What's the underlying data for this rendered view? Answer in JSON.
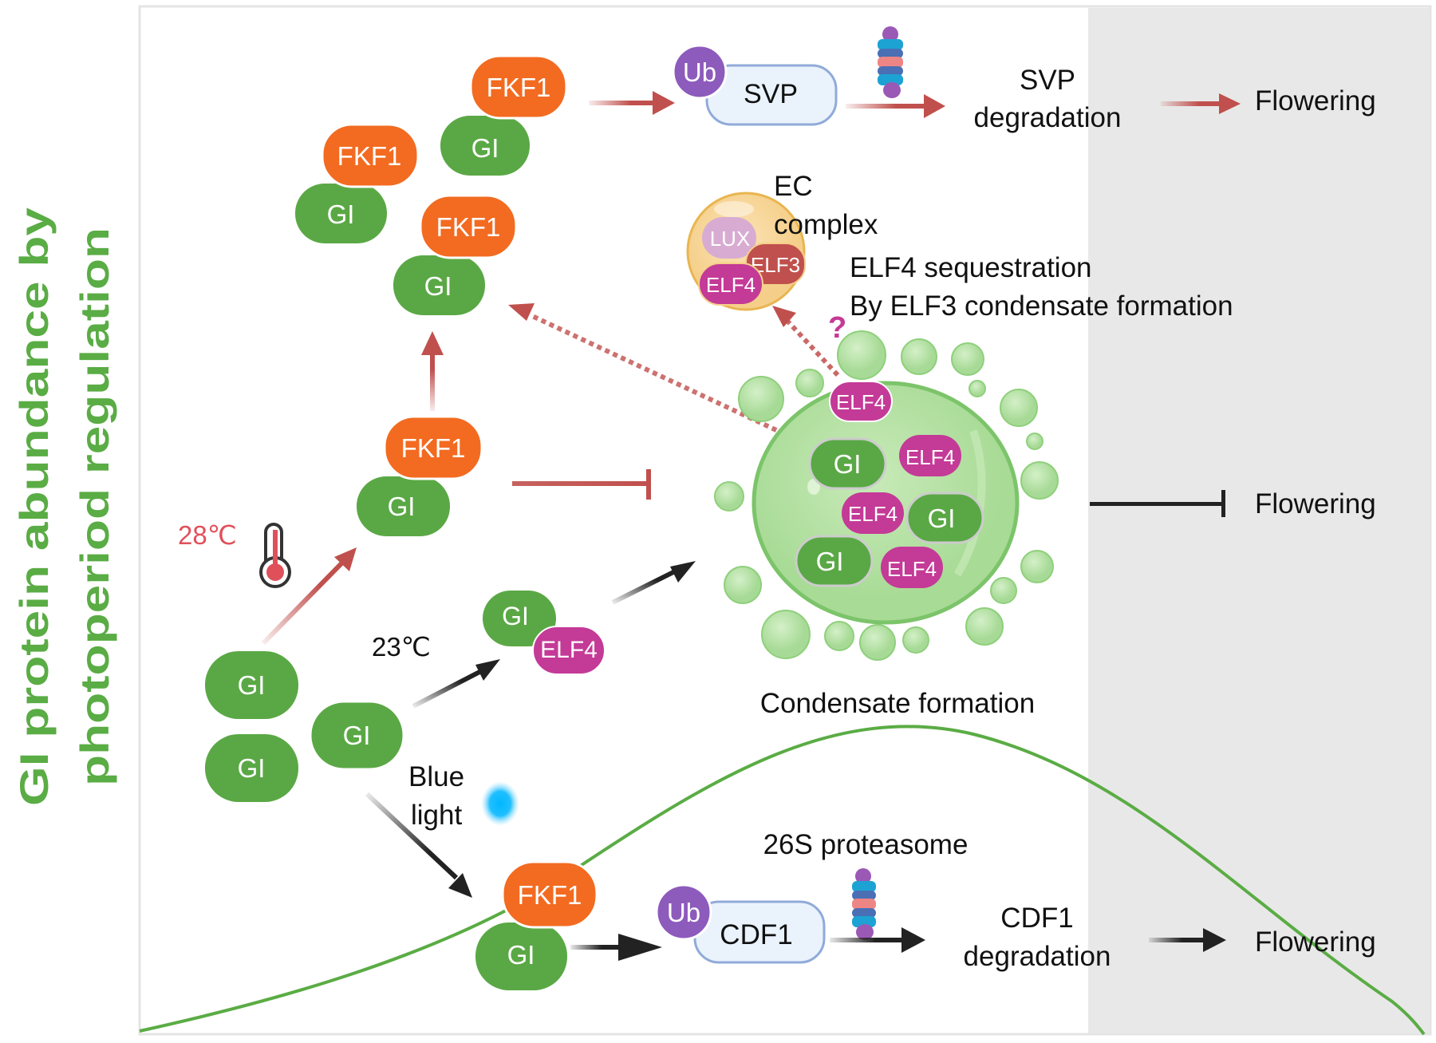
{
  "side_title": {
    "line1": "GI protein abundance by",
    "line2": "photoperiod regulation"
  },
  "colors": {
    "gi": "#5aa845",
    "fkf1": "#f26b21",
    "elf4": "#c43a97",
    "elf3": "#c0504d",
    "lux": "#d6a8cf",
    "ub": "#8d5bbc",
    "red_arrow": "#c0504d",
    "black_arrow": "#222222",
    "panel_gray": "#e8e8e8",
    "temp_red": "#e0505a",
    "curve_green": "#5aac44",
    "droplet": "#a8dc98"
  },
  "proteins": {
    "gi": "GI",
    "fkf1": "FKF1",
    "elf4": "ELF4",
    "elf3": "ELF3",
    "lux": "LUX",
    "ub": "Ub",
    "svp": "SVP",
    "cdf1": "CDF1"
  },
  "labels": {
    "svp_degradation_1": "SVP",
    "svp_degradation_2": "degradation",
    "cdf1_degradation_1": "CDF1",
    "cdf1_degradation_2": "degradation",
    "flowering": "Flowering",
    "ec_complex_1": "EC",
    "ec_complex_2": "complex",
    "elf4_seq_1": "ELF4 sequestration",
    "elf4_seq_2": "By ELF3 condensate formation",
    "condensate": "Condensate formation",
    "temp_high": "28℃",
    "temp_low": "23℃",
    "blue_light_1": "Blue",
    "blue_light_2": "light",
    "proteasome": "26S proteasome",
    "question": "?"
  }
}
